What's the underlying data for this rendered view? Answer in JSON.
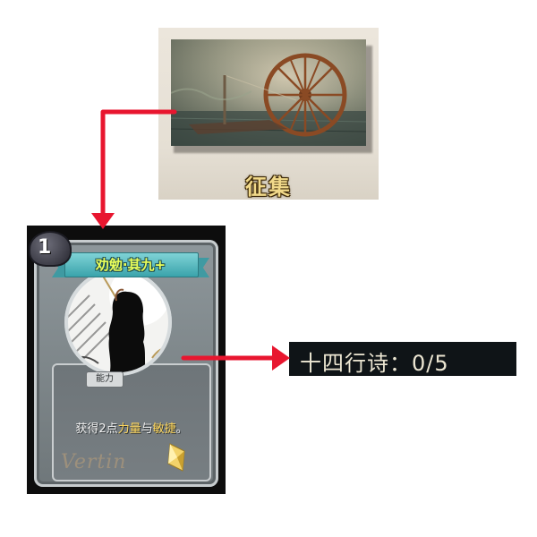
{
  "collection": {
    "title": "征集"
  },
  "card": {
    "cost": "1",
    "name": "劝勉·其九+",
    "type_label": "能力",
    "description_prefix": "获得2点",
    "keyword_1": "力量",
    "description_mid": "与",
    "keyword_2": "敏捷",
    "description_suffix": "。",
    "signature": "Vertin",
    "keyword_color": "#ffd75c",
    "name_color": "#eaff5a"
  },
  "counter": {
    "label": "十四行诗：0/5",
    "current": 0,
    "max": 5
  },
  "arrow_color": "#e8162f"
}
